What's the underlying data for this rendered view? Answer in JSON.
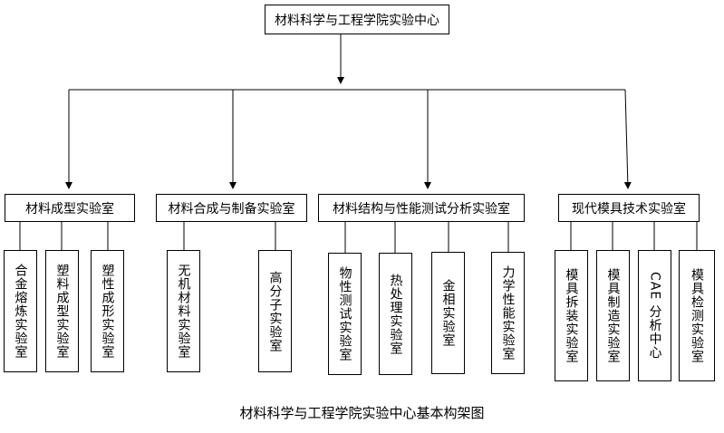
{
  "root": {
    "label": "材料科学与工程学院实验中心"
  },
  "departments": [
    {
      "label": "材料成型实验室",
      "labs": [
        "合金熔炼实验室",
        "塑料成型实验室",
        "塑性成形实验室"
      ]
    },
    {
      "label": "材料合成与制备实验室",
      "labs": [
        "无机材料实验室",
        "高分子实验室"
      ]
    },
    {
      "label": "材料结构与性能测试分析实验室",
      "labs": [
        "物性测试实验室",
        "热处理实验室",
        "金相实验室",
        "力学性能实验室"
      ]
    },
    {
      "label": "现代模具技术实验室",
      "labs": [
        "模具拆装实验室",
        "模具制造实验室",
        "CAE 分析中心",
        "模具检测实验室"
      ]
    }
  ],
  "caption": "材料科学与工程学院实验中心基本构架图"
}
